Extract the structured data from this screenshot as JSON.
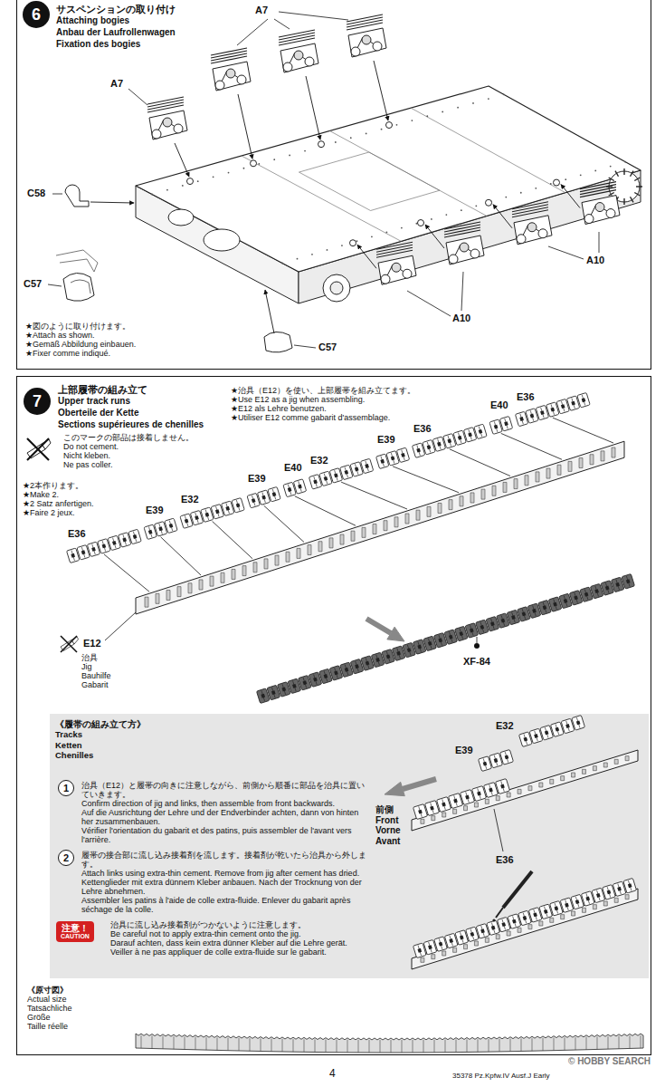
{
  "diagram": {
    "nodes": [
      {
        "text": [
          "サスペンションの取り付け",
          "Attaching bogies",
          "Anbau der Laufrollenwagen",
          "Fixation des bogies"
        ]
      },
      {
        "text": [
          "6"
        ],
        "in": 0
      },
      {
        "text": [
          "上部履帯の組み立て",
          "Upper track runs",
          "Oberteile der Kette",
          "Sections supérieures de chenilles"
        ]
      },
      {
        "text": [
          "7"
        ],
        "in": 2
      },
      {
        "text": [
          "《履帯の組み立て方》",
          "Tracks",
          "Ketten",
          "Chenilles"
        ],
        "in": 2
      },
      {
        "text": [
          "1"
        ],
        "in": 4
      },
      {
        "text": [
          "2"
        ],
        "in": 4
      },
      {
        "text": [
          "注意！",
          "CAUTION"
        ],
        "in": 4
      }
    ],
    "labels": [
      "A7",
      "A7",
      "C58",
      "C57",
      "★図のように取り付けます。",
      "★Attach as shown.",
      "★Gemäß Abbildung einbauen.",
      "★Fixer comme indiqué.",
      "C57",
      "A10",
      "A10",
      "★治具（E12）を使い、上部履帯を組み立てます。",
      "★Use E12 as a jig when assembling.",
      "★E12 als Lehre benutzen.",
      "★Utiliser E12 comme gabarit d'assemblage.",
      "このマークの部品は接着しません。",
      "Do not cement.",
      "Nicht kleben.",
      "Ne pas coller.",
      "★2本作ります。",
      "★Make 2.",
      "★2 Satz anfertigen.",
      "★Faire 2 jeux.",
      "E36",
      "E39",
      "E32",
      "E39",
      "E40",
      "E32",
      "E39",
      "E36",
      "E40",
      "E36",
      "E12",
      "治具",
      "Jig",
      "Bauhilfe",
      "Gabarit",
      "XF-84",
      "治具（E12）と履帯の向きに注意しながら、前側から順番に部品を治具に置いていきます。",
      "Confirm direction of jig and links, then assemble from front backwards.",
      "Auf die Ausrichtung der Lehre und der Endverbinder achten, dann von hinten her zusammenbauen.",
      "Vérifier l'orientation du gabarit et des patins, puis assembler de l'avant vers l'arrière.",
      "履帯の接合部に流し込み接着剤を流します。接着剤が乾いたら治具から外します。",
      "Attach links using extra-thin cement. Remove from jig after cement has dried.",
      "Kettenglieder mit extra dünnem Kleber anbauen. Nach der Trocknung von der Lehre abnehmen.",
      "Assembler les patins à l'aide de colle extra-fluide. Enlever du gabarit après séchage de la colle.",
      "治具に流し込み接着剤がつかないように注意します。",
      "Be careful not to apply extra-thin cement onto the jig.",
      "Darauf achten, dass kein extra dünner Kleber auf die Lehre gerät.",
      "Veiller à ne pas appliquer de colle extra-fluide sur le gabarit.",
      "E32",
      "E39",
      "前側",
      "Front",
      "Vorne",
      "Avant",
      "E36",
      "《原寸図》",
      "Actual size",
      "Tatsächliche",
      "Größe",
      "Taille réelle",
      "4",
      "35378 Pz.Kpfw.IV Ausf.J Early",
      "© HOBBY SEARCH"
    ]
  }
}
